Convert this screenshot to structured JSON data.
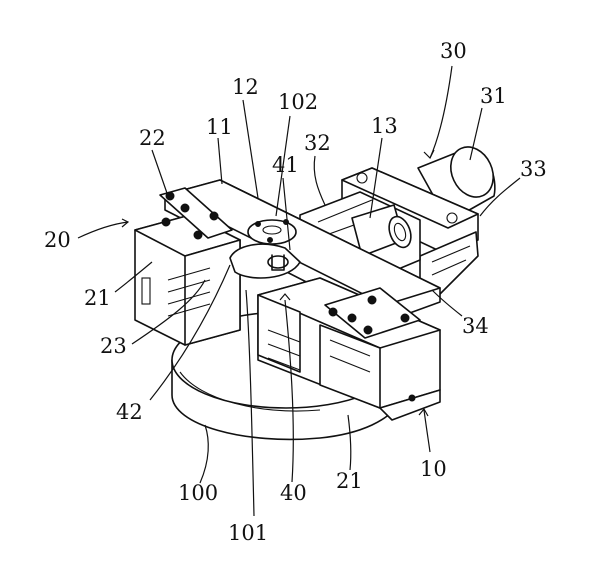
{
  "labels": {
    "l30": "30",
    "l31": "31",
    "l33": "33",
    "l12": "12",
    "l102": "102",
    "l11": "11",
    "l32": "32",
    "l13": "13",
    "l22": "22",
    "l41": "41",
    "l20": "20",
    "l21a": "21",
    "l23": "23",
    "l34": "34",
    "l42": "42",
    "l100": "100",
    "l40": "40",
    "l21b": "21",
    "l10": "10",
    "l101": "101"
  }
}
